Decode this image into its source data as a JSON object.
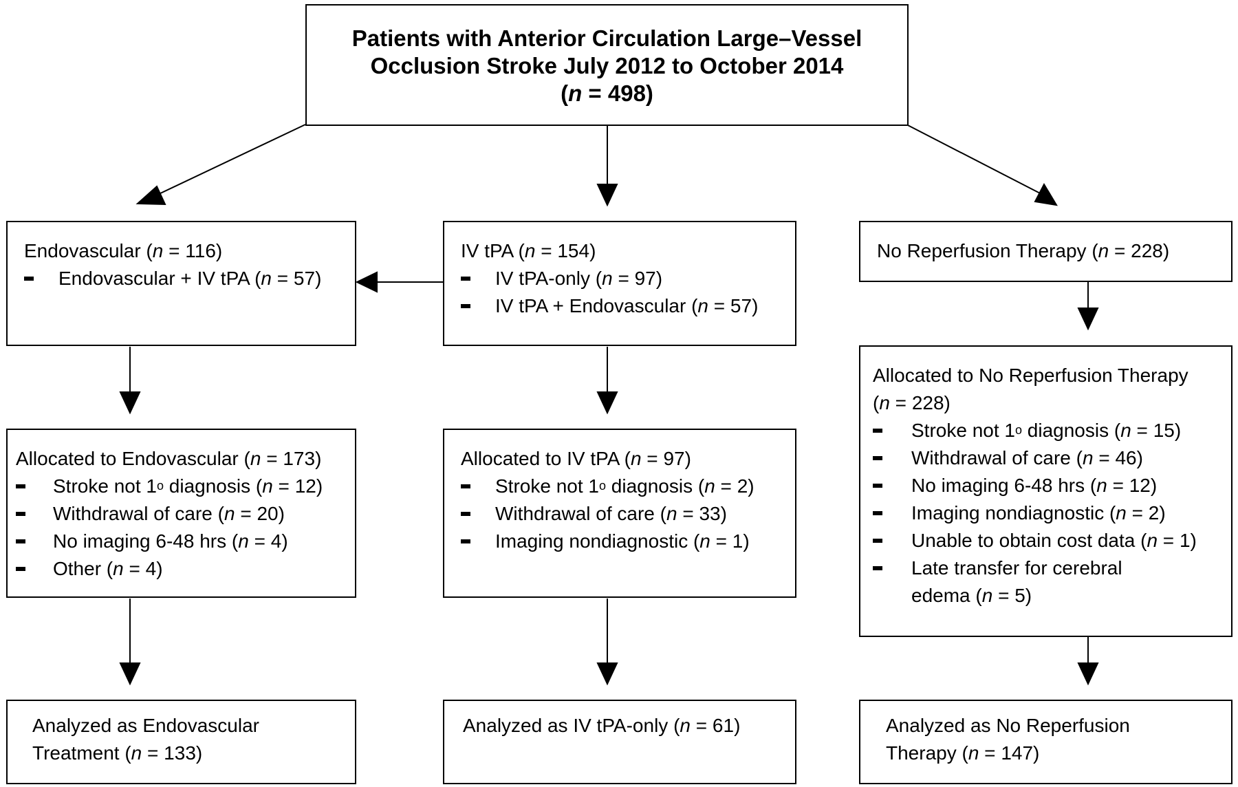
{
  "top": {
    "line1": "Patients with Anterior Circulation Large–Vessel",
    "line2": "Occlusion Stroke July 2012 to October 2014",
    "n": "498"
  },
  "endo": {
    "label": "Endovascular (",
    "n": "116",
    "items": [
      {
        "text": "Endovascular + IV tPA (",
        "n": "57"
      }
    ]
  },
  "ivtpa": {
    "label": "IV tPA (",
    "n": "154",
    "items": [
      {
        "text": "IV tPA-only (",
        "n": "97"
      },
      {
        "text": "IV tPA + Endovascular (",
        "n": "57"
      }
    ]
  },
  "norep": {
    "label": "No Reperfusion Therapy (",
    "n": "228"
  },
  "alloc_endo": {
    "label": "Allocated to  Endovascular (",
    "n": "173",
    "items": [
      {
        "text1": "Stroke not 1",
        "sup": "o",
        "text2": " diagnosis (",
        "n": "12"
      },
      {
        "text": "Withdrawal of care (",
        "n": "20"
      },
      {
        "text": "No imaging 6-48 hrs (",
        "n": "4"
      },
      {
        "text": "Other (",
        "n": "4"
      }
    ]
  },
  "alloc_iv": {
    "label": "Allocated to IV tPA (",
    "n": "97",
    "items": [
      {
        "text1": "Stroke not 1",
        "sup": "o",
        "text2": " diagnosis (",
        "n": "2"
      },
      {
        "text": "Withdrawal of care (",
        "n": "33"
      },
      {
        "text": "Imaging nondiagnostic (",
        "n": "1"
      }
    ]
  },
  "alloc_norep": {
    "label": "Allocated to No Reperfusion Therapy",
    "n": "228",
    "items": [
      {
        "text1": "Stroke not 1",
        "sup": "o",
        "text2": " diagnosis (",
        "n": "15"
      },
      {
        "text": "Withdrawal of care (",
        "n": "46"
      },
      {
        "text": "No imaging 6-48 hrs (",
        "n": "12"
      },
      {
        "text": "Imaging nondiagnostic (",
        "n": "2"
      },
      {
        "text": "Unable to obtain cost data (",
        "n": "1"
      },
      {
        "line1": "Late transfer for cerebral",
        "line2": "edema (",
        "n": "5"
      }
    ]
  },
  "analyzed_endo": {
    "line1": "Analyzed as Endovascular",
    "line2": "Treatment (",
    "n": "133"
  },
  "analyzed_iv": {
    "label": "Analyzed as IV tPA-only (",
    "n": "61"
  },
  "analyzed_norep": {
    "line1": "Analyzed as No Reperfusion",
    "line2": "Therapy (",
    "n": "147"
  },
  "n_symbol": "n",
  "eq": " = ",
  "close": ")"
}
